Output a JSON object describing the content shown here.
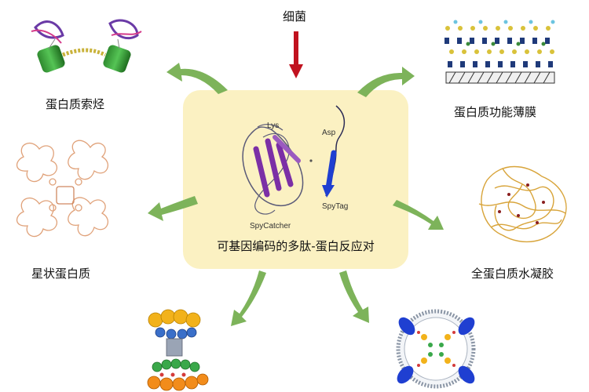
{
  "source_label": "细菌",
  "center": {
    "caption": "可基因编码的多肽-蛋白反应对",
    "spycatcher_label": "SpyCatcher",
    "spytag_label": "SpyTag",
    "lys_label": "Lys",
    "asp_label": "Asp"
  },
  "outputs": {
    "catenane": "蛋白质索烃",
    "film": "蛋白质功能薄膜",
    "star": "星状蛋白质",
    "hydrogel": "全蛋白质水凝胶"
  },
  "colors": {
    "center_bg": "#fbf1c2",
    "arrow_green": "#7db35a",
    "source_arrow": "#c1121f",
    "protein_purple": "#7b2fa6",
    "tag_blue": "#1f3fd1"
  }
}
